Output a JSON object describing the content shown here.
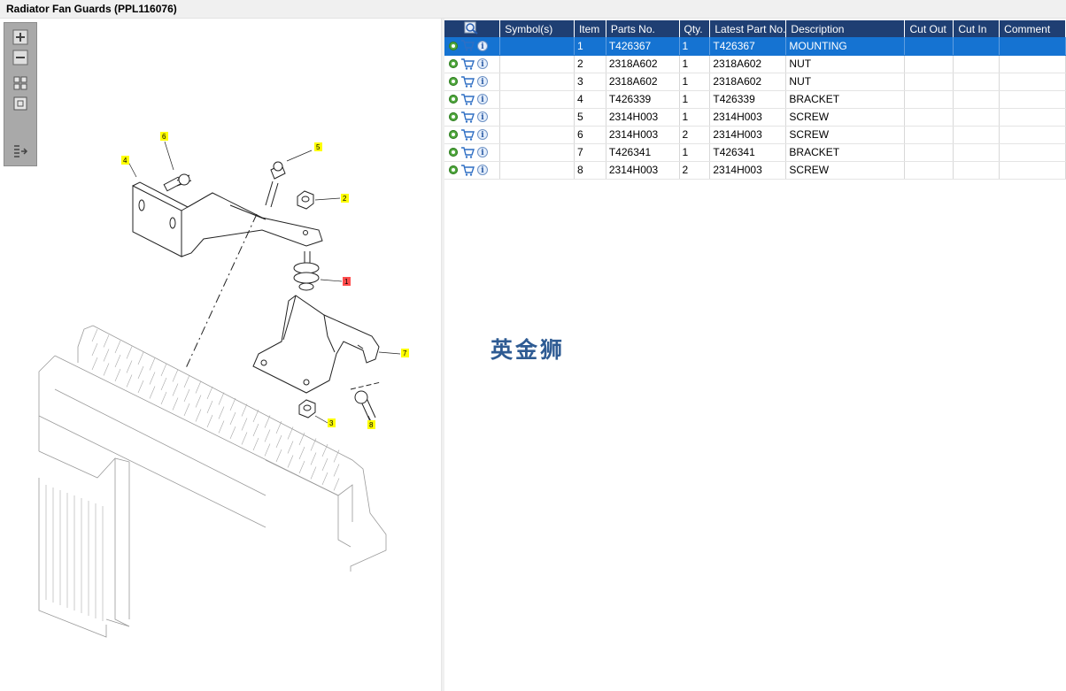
{
  "title": "Radiator Fan Guards (PPL116076)",
  "toolbar": {
    "buttons": [
      "zoom-in",
      "zoom-out",
      "fit-all",
      "fit-window",
      "export"
    ]
  },
  "callouts": [
    "1",
    "2",
    "3",
    "4",
    "5",
    "6",
    "7",
    "8"
  ],
  "table": {
    "columns": [
      "Symbol(s)",
      "Item",
      "Parts No.",
      "Qty.",
      "Latest Part No.",
      "Description",
      "Cut Out",
      "Cut In",
      "Comment"
    ],
    "rows": [
      {
        "symbol": "",
        "item": "1",
        "part": "T426367",
        "qty": "1",
        "latest": "T426367",
        "desc": "MOUNTING",
        "cutout": "",
        "cutin": "",
        "comment": ""
      },
      {
        "symbol": "",
        "item": "2",
        "part": "2318A602",
        "qty": "1",
        "latest": "2318A602",
        "desc": "NUT",
        "cutout": "",
        "cutin": "",
        "comment": ""
      },
      {
        "symbol": "",
        "item": "3",
        "part": "2318A602",
        "qty": "1",
        "latest": "2318A602",
        "desc": "NUT",
        "cutout": "",
        "cutin": "",
        "comment": ""
      },
      {
        "symbol": "",
        "item": "4",
        "part": "T426339",
        "qty": "1",
        "latest": "T426339",
        "desc": "BRACKET",
        "cutout": "",
        "cutin": "",
        "comment": ""
      },
      {
        "symbol": "",
        "item": "5",
        "part": "2314H003",
        "qty": "1",
        "latest": "2314H003",
        "desc": "SCREW",
        "cutout": "",
        "cutin": "",
        "comment": ""
      },
      {
        "symbol": "",
        "item": "6",
        "part": "2314H003",
        "qty": "2",
        "latest": "2314H003",
        "desc": "SCREW",
        "cutout": "",
        "cutin": "",
        "comment": ""
      },
      {
        "symbol": "",
        "item": "7",
        "part": "T426341",
        "qty": "1",
        "latest": "T426341",
        "desc": "BRACKET",
        "cutout": "",
        "cutin": "",
        "comment": ""
      },
      {
        "symbol": "",
        "item": "8",
        "part": "2314H003",
        "qty": "2",
        "latest": "2314H003",
        "desc": "SCREW",
        "cutout": "",
        "cutin": "",
        "comment": ""
      }
    ],
    "selected_row": 0
  },
  "watermark": "英金狮",
  "colors": {
    "header_bg": "#1f3f73",
    "selected_row": "#1573d2",
    "callout_yellow": "#ffff00",
    "callout_red": "#ff4d4d"
  }
}
